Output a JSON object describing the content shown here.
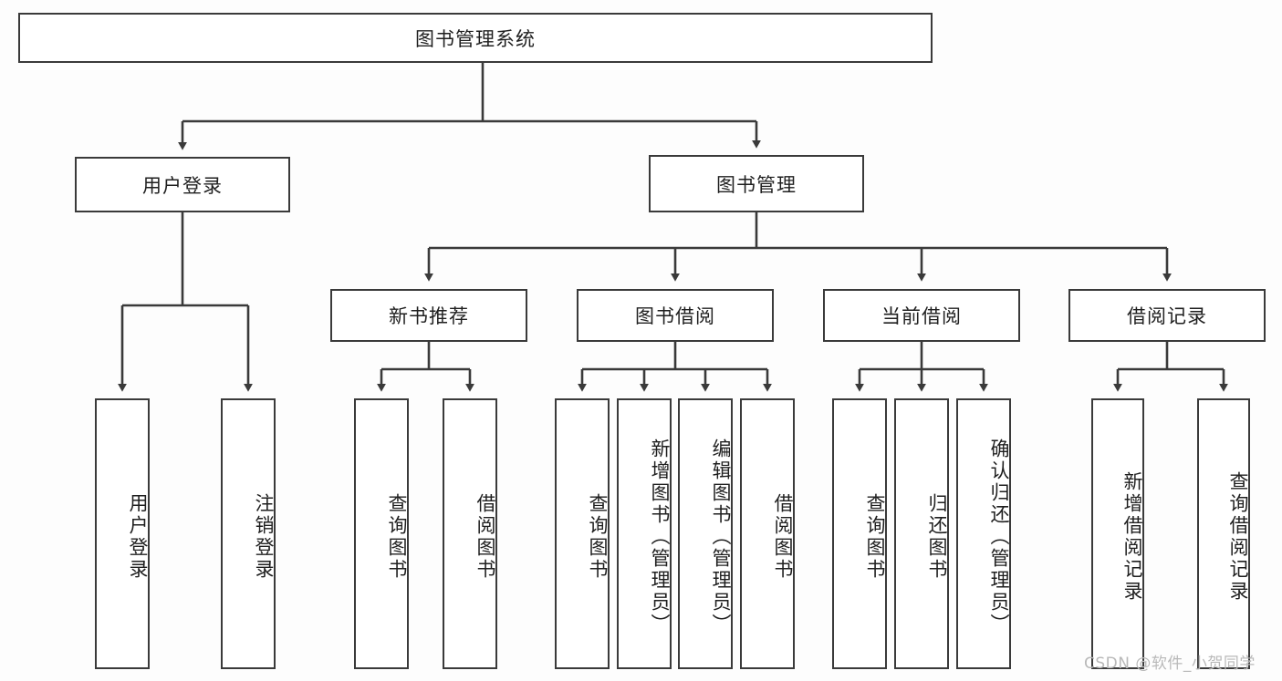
{
  "diagram": {
    "title": "图书管理系统",
    "type": "hierarchy-tree",
    "background_color": "#fdfdfd",
    "box_border_color": "#3a3a3a",
    "box_fill_color": "#ffffff",
    "connector_color": "#3a3a3a",
    "root": {
      "label": "图书管理系统"
    },
    "level1": [
      {
        "label": "用户登录"
      },
      {
        "label": "图书管理"
      }
    ],
    "level2": [
      {
        "label": "新书推荐"
      },
      {
        "label": "图书借阅"
      },
      {
        "label": "当前借阅"
      },
      {
        "label": "借阅记录"
      }
    ],
    "leaves": {
      "user_login": [
        {
          "label": "用户登录"
        },
        {
          "label": "注销登录"
        }
      ],
      "new_book_recommend": [
        {
          "label": "查询图书"
        },
        {
          "label": "借阅图书"
        }
      ],
      "book_borrow": [
        {
          "label": "查询图书"
        },
        {
          "label": "新增图书（管理员）"
        },
        {
          "label": "编辑图书（管理员）"
        },
        {
          "label": "借阅图书"
        }
      ],
      "current_borrow": [
        {
          "label": "查询图书"
        },
        {
          "label": "归还图书"
        },
        {
          "label": "确认归还（管理员）"
        }
      ],
      "borrow_record": [
        {
          "label": "新增借阅记录"
        },
        {
          "label": "查询借阅记录"
        }
      ]
    }
  },
  "watermark": {
    "text": "CSDN @软件_小贺同学"
  }
}
